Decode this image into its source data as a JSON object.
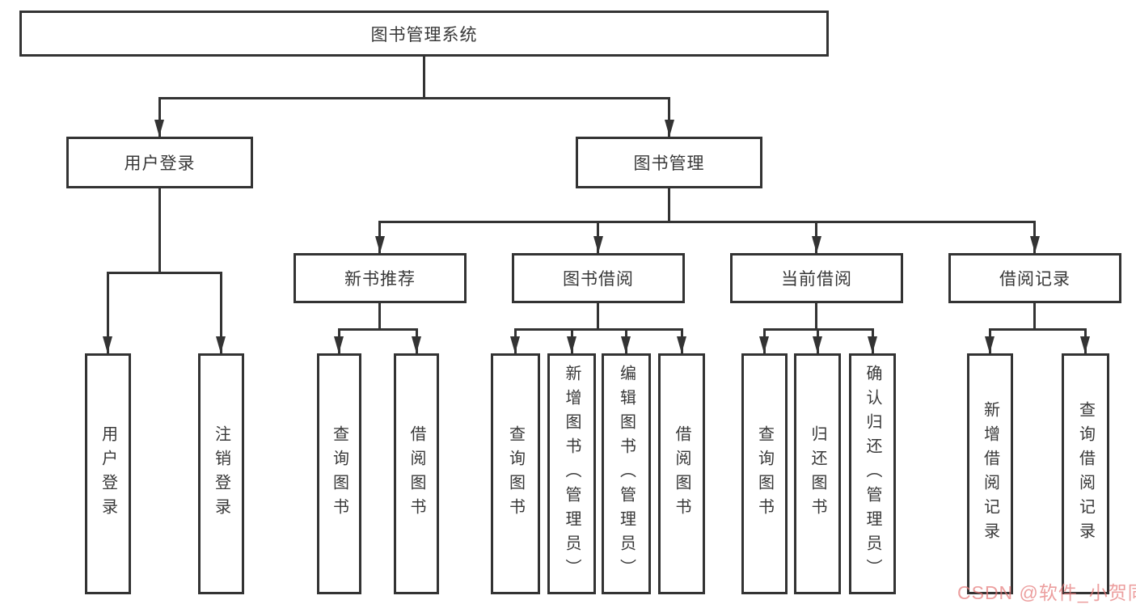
{
  "diagram": {
    "root": {
      "label": "图书管理系统"
    },
    "branches": {
      "login": {
        "label": "用户登录",
        "children": [
          "用户登录",
          "注销登录"
        ]
      },
      "management": {
        "label": "图书管理",
        "groups": [
          {
            "label": "新书推荐",
            "children": [
              "查询图书",
              "借阅图书"
            ]
          },
          {
            "label": "图书借阅",
            "children": [
              "查询图书",
              "新增图书（管理员）",
              "编辑图书（管理员）",
              "借阅图书"
            ]
          },
          {
            "label": "当前借阅",
            "children": [
              "查询图书",
              "归还图书",
              "确认归还（管理员）"
            ]
          },
          {
            "label": "借阅记录",
            "children": [
              "新增借阅记录",
              "查询借阅记录"
            ]
          }
        ]
      }
    }
  },
  "watermark": {
    "text": "CSDN @软件_小贺同学"
  },
  "colors": {
    "line": "#333333",
    "text": "#383838",
    "watermark": "#e47878",
    "background": "#ffffff"
  }
}
